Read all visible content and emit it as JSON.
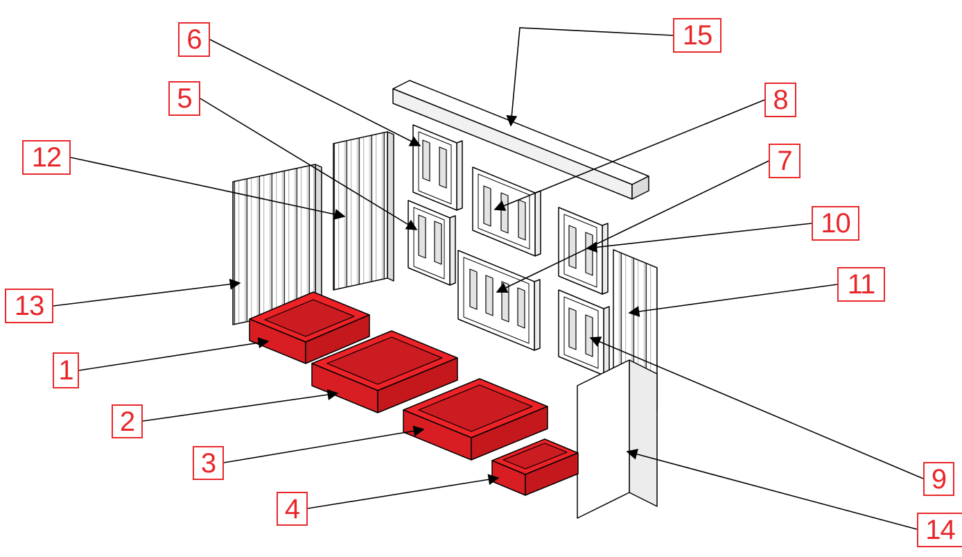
{
  "diagram": {
    "kind": "exploded-parts-diagram",
    "highlighted_callouts": [
      "1",
      "2",
      "3",
      "4"
    ]
  },
  "colors": {
    "accent_red": "#e8262a",
    "line": "#000000",
    "part_fill": "#ffffff",
    "part_shade": "#ececec",
    "part_shade_dark": "#dcdcdc",
    "slot_fill": "#e3e3e3",
    "brick_top": "#ec2227",
    "brick_front": "#d81e23",
    "brick_side": "#c4181d",
    "brick_inner": "#cb1c21"
  },
  "callouts": [
    {
      "number": "1"
    },
    {
      "number": "2"
    },
    {
      "number": "3"
    },
    {
      "number": "4"
    },
    {
      "number": "5"
    },
    {
      "number": "6"
    },
    {
      "number": "7"
    },
    {
      "number": "8"
    },
    {
      "number": "9"
    },
    {
      "number": "10"
    },
    {
      "number": "11"
    },
    {
      "number": "12"
    },
    {
      "number": "13"
    },
    {
      "number": "14"
    },
    {
      "number": "15"
    }
  ]
}
